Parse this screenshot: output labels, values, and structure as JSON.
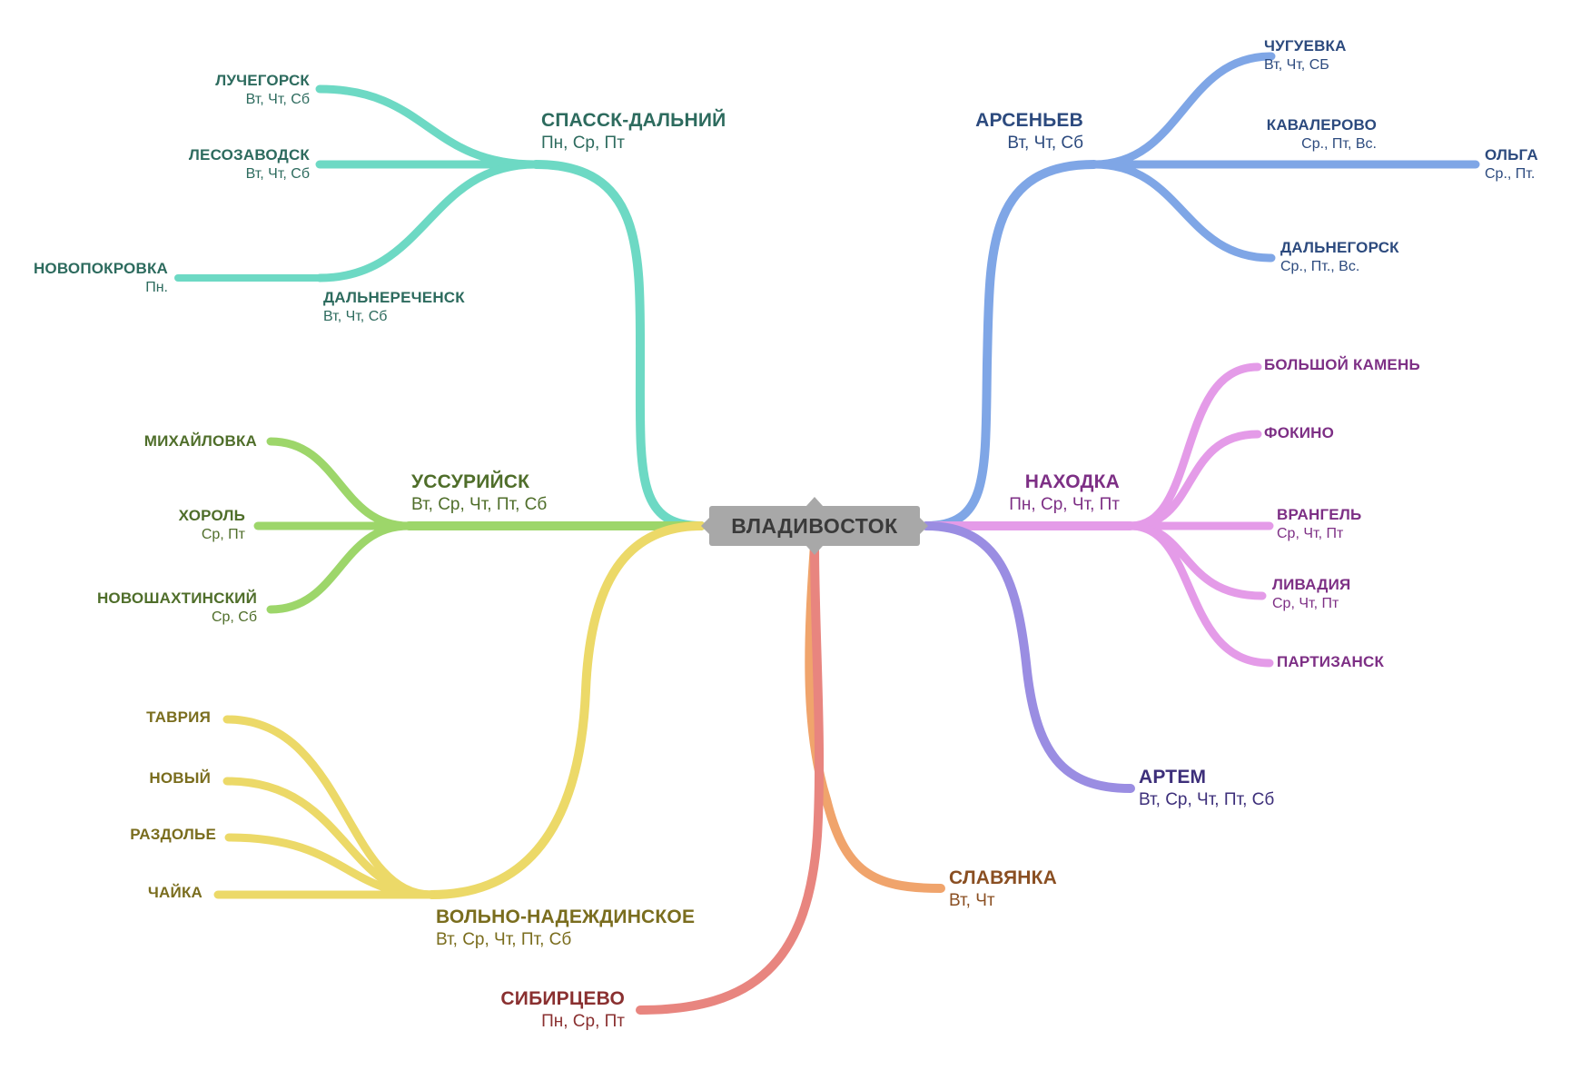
{
  "center": {
    "name": "ВЛАДИВОСТОК"
  },
  "nodes": {
    "spassk": {
      "name": "СПАССК-ДАЛЬНИЙ",
      "days": "Пн, Ср, Пт"
    },
    "luchegorsk": {
      "name": "ЛУЧЕГОРСК",
      "days": "Вт, Чт, Сб"
    },
    "lesozavodsk": {
      "name": "ЛЕСОЗАВОДСК",
      "days": "Вт, Чт, Сб"
    },
    "dalnerechensk": {
      "name": "ДАЛЬНЕРЕЧЕНСК",
      "days": "Вт, Чт, Сб"
    },
    "novopokrovka": {
      "name": "НОВОПОКРОВКА",
      "days": "Пн."
    },
    "ussuriysk": {
      "name": "УССУРИЙСК",
      "days": "Вт, Ср, Чт, Пт, Сб"
    },
    "mikhaylovka": {
      "name": "МИХАЙЛОВКА",
      "days": ""
    },
    "khorol": {
      "name": "ХОРОЛЬ",
      "days": "Ср, Пт"
    },
    "novoshakhtinsky": {
      "name": "НОВОШАХТИНСКИЙ",
      "days": "Ср, Сб"
    },
    "volno": {
      "name": "ВОЛЬНО-НАДЕЖДИНСКОЕ",
      "days": "Вт, Ср, Чт, Пт, Сб"
    },
    "tavriya": {
      "name": "ТАВРИЯ",
      "days": ""
    },
    "novy": {
      "name": "НОВЫЙ",
      "days": ""
    },
    "razdolye": {
      "name": "РАЗДОЛЬЕ",
      "days": ""
    },
    "chayka": {
      "name": "ЧАЙКА",
      "days": ""
    },
    "sibirtsevo": {
      "name": "СИБИРЦЕВО",
      "days": "Пн, Ср, Пт"
    },
    "slavyanka": {
      "name": "СЛАВЯНКА",
      "days": "Вт, Чт"
    },
    "arsenyev": {
      "name": "АРСЕНЬЕВ",
      "days": "Вт, Чт, Сб"
    },
    "chuguevka": {
      "name": "ЧУГУЕВКА",
      "days": "Вт, Чт, СБ"
    },
    "kavalerovo": {
      "name": "КАВАЛЕРОВО",
      "days": "Ср., Пт, Вс."
    },
    "olga": {
      "name": "ОЛЬГА",
      "days": "Ср., Пт."
    },
    "dalnegorsk": {
      "name": "ДАЛЬНЕГОРСК",
      "days": "Ср., Пт., Вс."
    },
    "nakhodka": {
      "name": "НАХОДКА",
      "days": "Пн, Ср, Чт, Пт"
    },
    "bolshoy_kamen": {
      "name": "БОЛЬШОЙ КАМЕНЬ",
      "days": ""
    },
    "fokino": {
      "name": "ФОКИНО",
      "days": ""
    },
    "vrangel": {
      "name": "ВРАНГЕЛЬ",
      "days": "Ср, Чт, Пт"
    },
    "livadiya": {
      "name": "ЛИВАДИЯ",
      "days": "Ср, Чт, Пт"
    },
    "partizansk": {
      "name": "ПАРТИЗАНСК",
      "days": ""
    },
    "artem": {
      "name": "АРТЕМ",
      "days": "Вт, Ср, Чт, Пт, Сб"
    }
  },
  "colors": {
    "teal": "#6dd9c4",
    "teal_text": "#2d6b5e",
    "green": "#9dd66a",
    "green_text": "#4f6e2a",
    "yellow": "#ecd968",
    "yellow_text": "#7a6d1e",
    "red": "#e8857f",
    "red_text": "#8a3030",
    "orange": "#f0a46c",
    "orange_text": "#8a4f22",
    "blue": "#7fa6e6",
    "blue_text": "#2c4a7e",
    "pink": "#e49be8",
    "pink_text": "#7d2f85",
    "purple": "#9a8de2",
    "purple_text": "#3d2f7a",
    "center_bg": "#a8a8a8"
  }
}
